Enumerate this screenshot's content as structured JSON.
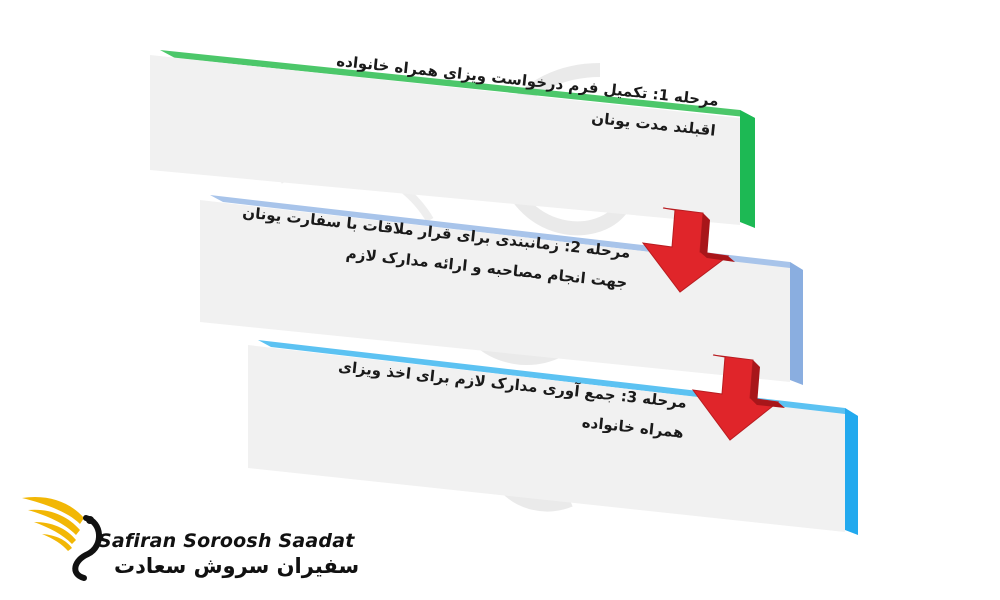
{
  "steps": [
    {
      "lines": [
        "مرحله 1: تکمیل فرم درخواست ویزای همراه خانواده",
        "اقبلند مدت یونان"
      ],
      "accent": "#1db954"
    },
    {
      "lines": [
        "مرحله 2: زمانبندی برای قرار ملاقات با سفارت یونان",
        "جهت انجام مصاحبه و ارائه مدارک لازم"
      ],
      "accent": "#8aaee0"
    },
    {
      "lines": [
        "مرحله 3: جمع آوری مدارک لازم برای اخذ ویزای",
        "همراه خانواده"
      ],
      "accent": "#22a9ee"
    }
  ],
  "arrow_color": "#e0252a",
  "logo": {
    "latin": "Safiran Soroosh Saadat",
    "persian": "سفیران سروش سعادت",
    "colors": {
      "gold": "#f2b705",
      "dark": "#111111"
    }
  }
}
